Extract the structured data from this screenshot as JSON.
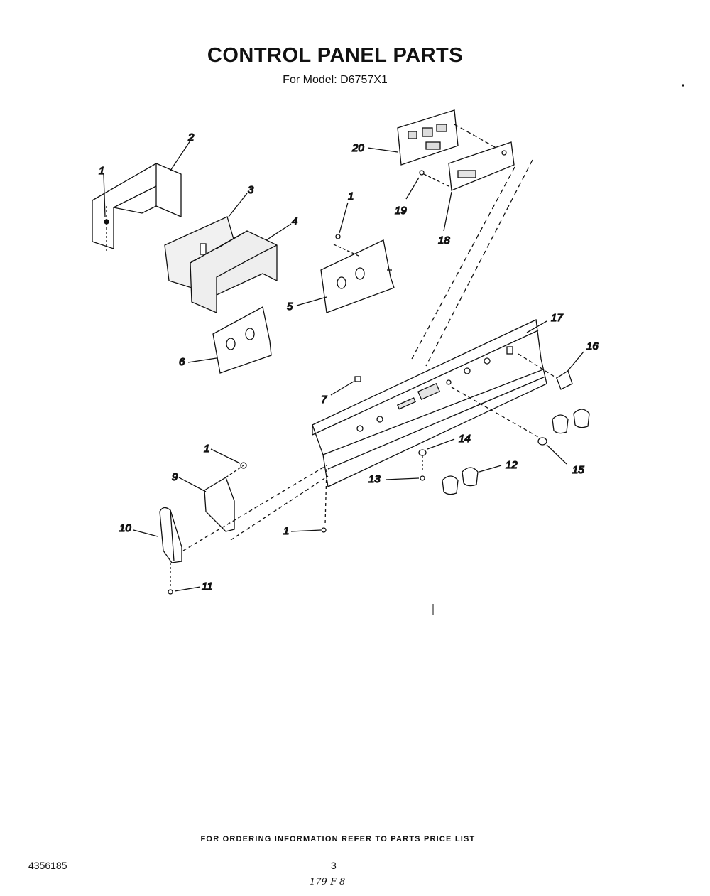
{
  "page": {
    "title": "CONTROL PANEL PARTS",
    "subtitle": "For Model: D6757X1",
    "footer_note": "FOR ORDERING INFORMATION REFER TO PARTS PRICE LIST",
    "doc_number": "4356185",
    "page_number": "3",
    "handwritten_code": "179-F-8"
  },
  "callouts": [
    {
      "id": "c1a",
      "label": "1"
    },
    {
      "id": "c2",
      "label": "2"
    },
    {
      "id": "c3",
      "label": "3"
    },
    {
      "id": "c4",
      "label": "4"
    },
    {
      "id": "c1b",
      "label": "1"
    },
    {
      "id": "c5",
      "label": "5"
    },
    {
      "id": "c6",
      "label": "6"
    },
    {
      "id": "c20",
      "label": "20"
    },
    {
      "id": "c19",
      "label": "19"
    },
    {
      "id": "c18",
      "label": "18"
    },
    {
      "id": "c17",
      "label": "17"
    },
    {
      "id": "c16",
      "label": "16"
    },
    {
      "id": "c7",
      "label": "7"
    },
    {
      "id": "c15",
      "label": "15"
    },
    {
      "id": "c14",
      "label": "14"
    },
    {
      "id": "c13",
      "label": "13"
    },
    {
      "id": "c12",
      "label": "12"
    },
    {
      "id": "c1c",
      "label": "1"
    },
    {
      "id": "c9",
      "label": "9"
    },
    {
      "id": "c10",
      "label": "10"
    },
    {
      "id": "c1d",
      "label": "1"
    },
    {
      "id": "c11",
      "label": "11"
    }
  ]
}
